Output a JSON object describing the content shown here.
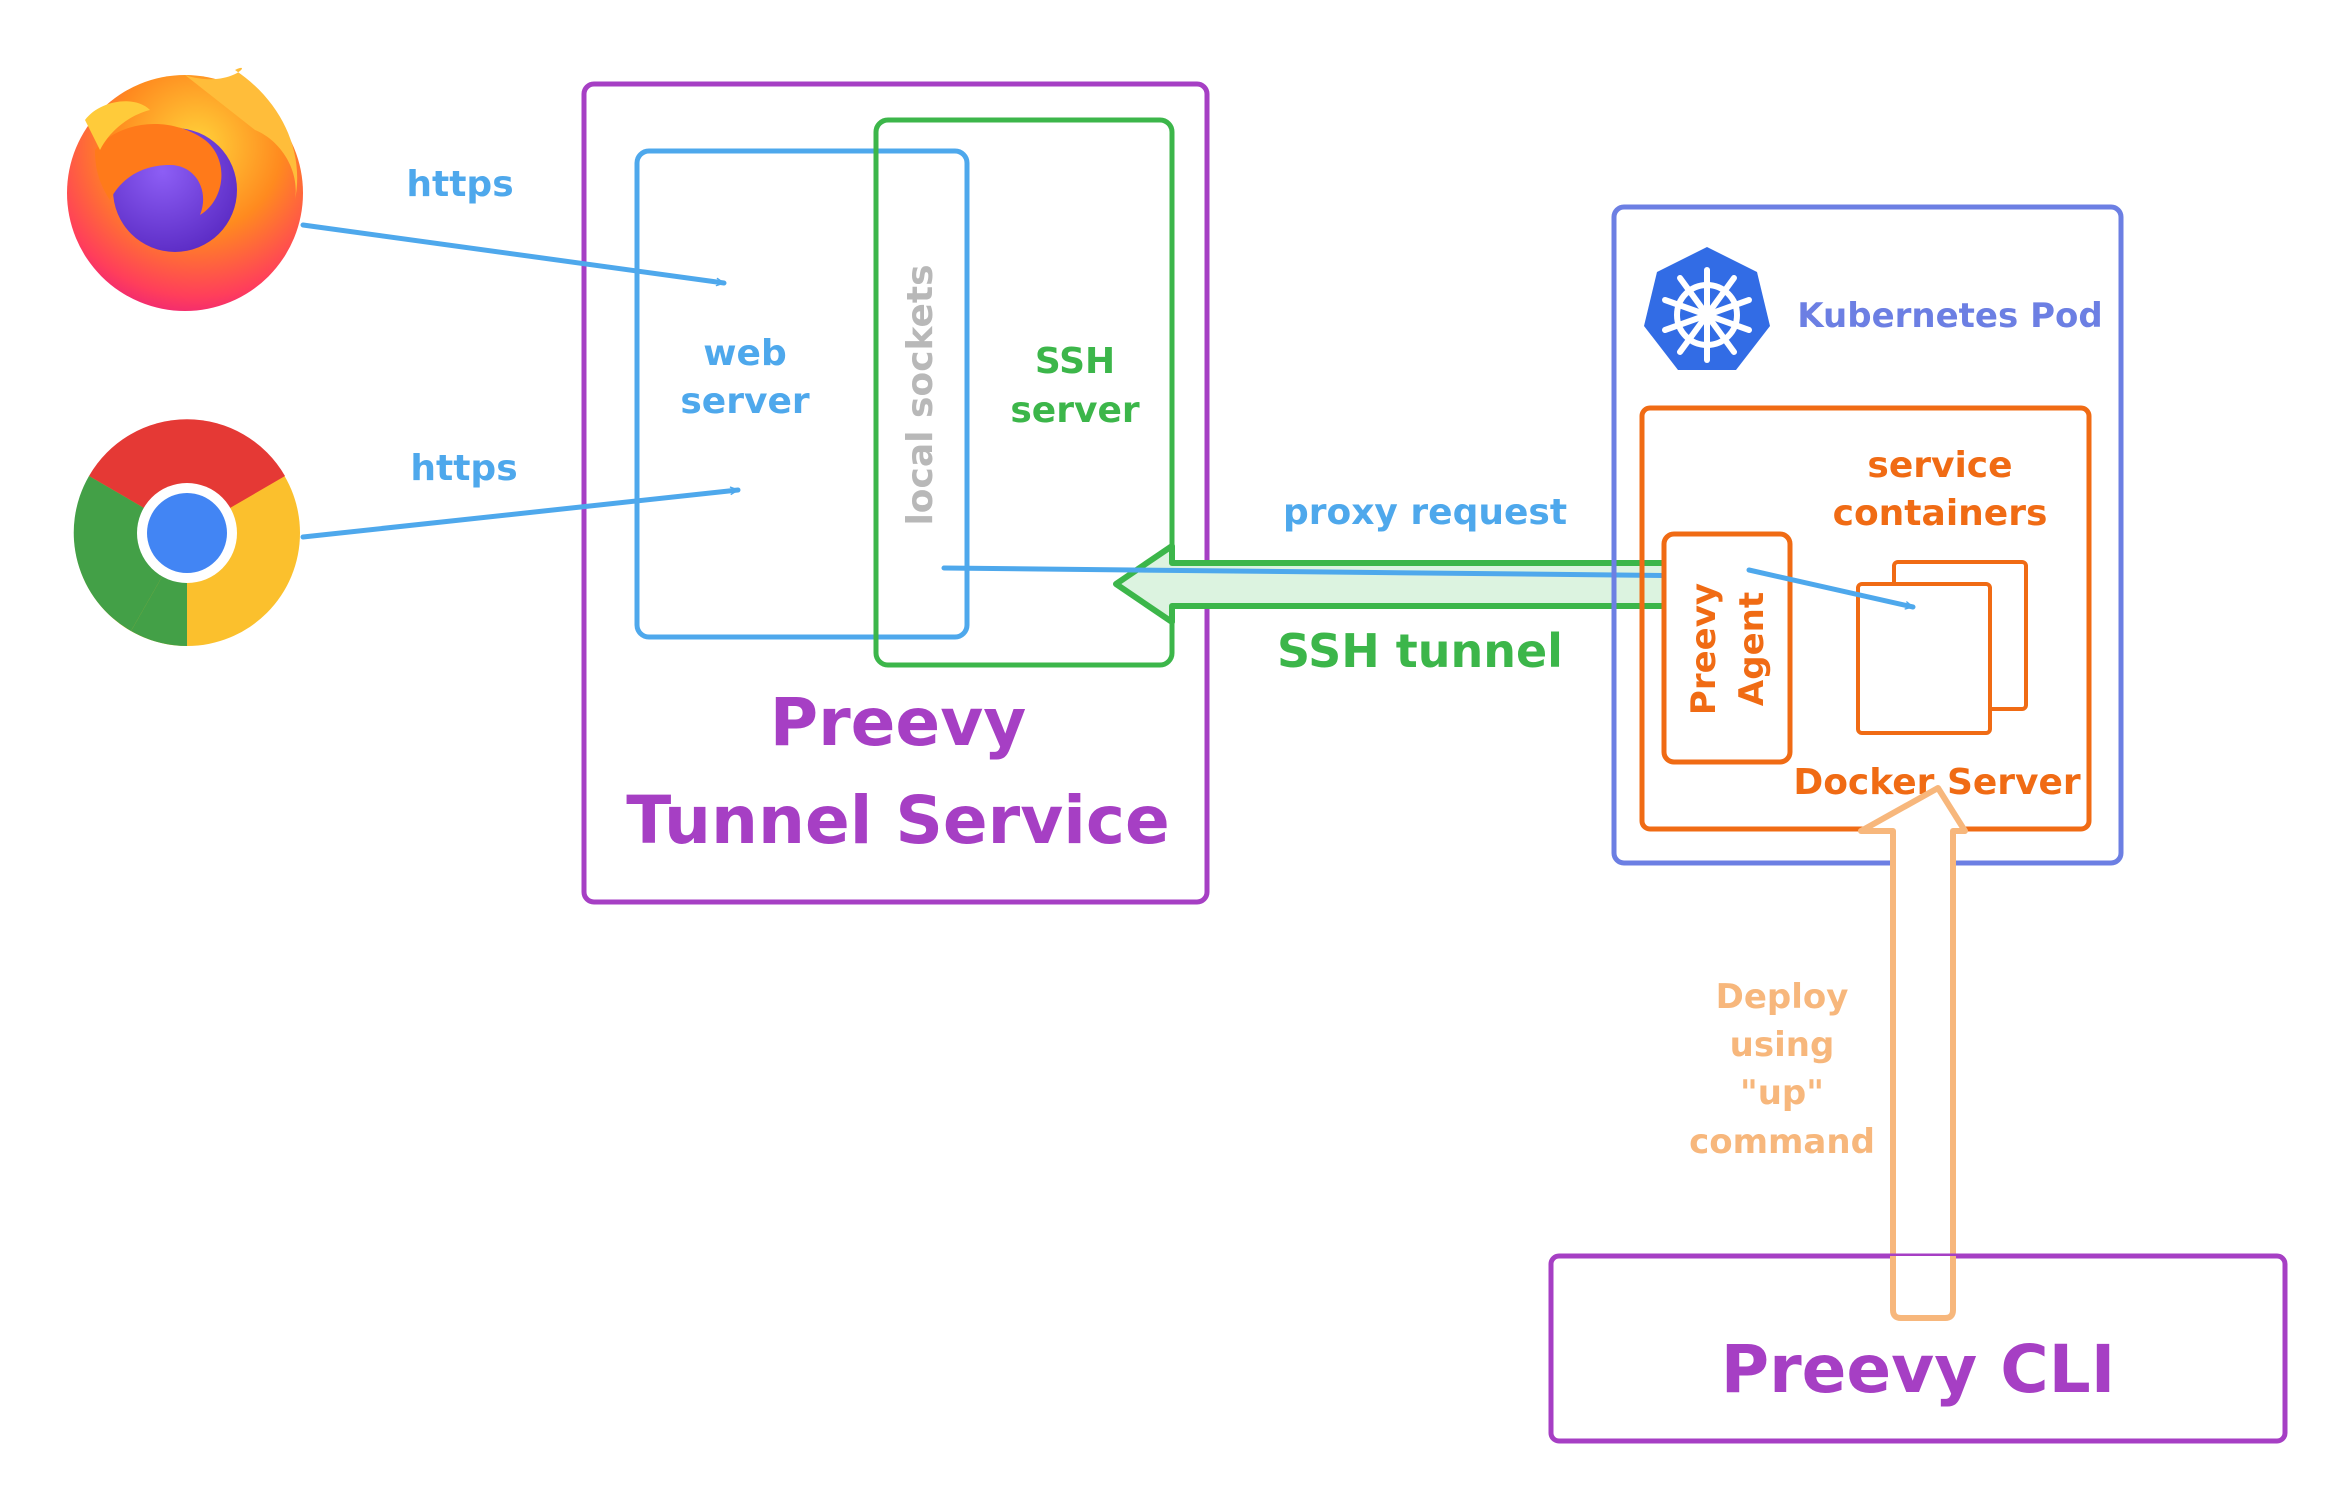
{
  "colors": {
    "blue": "#4ea8ec",
    "green": "#3cb64a",
    "purple": "#a63fc4",
    "orange": "#f06b14",
    "light_orange": "#f7b77c",
    "k8s_blue": "#6c7fe3",
    "k8s_logo": "#326ce5",
    "gray": "#b8b8b8",
    "tunnel_fill": "#dcf3e0"
  },
  "icons": {
    "firefox": "firefox-icon",
    "chrome": "chrome-icon",
    "kubernetes": "kubernetes-icon"
  },
  "labels": {
    "https_top": "https",
    "https_bottom": "https",
    "web_server_line1": "web",
    "web_server_line2": "server",
    "local_sockets": "local sockets",
    "ssh_server_line1": "SSH",
    "ssh_server_line2": "server",
    "tunnel_service_line1": "Preevy",
    "tunnel_service_line2": "Tunnel Service",
    "proxy_request": "proxy request",
    "ssh_tunnel": "SSH tunnel",
    "kubernetes_pod": "Kubernetes Pod",
    "service_containers_line1": "service",
    "service_containers_line2": "containers",
    "agent_line1": "Preevy",
    "agent_line2": "Agent",
    "docker_server": "Docker Server",
    "deploy_line1": "Deploy",
    "deploy_line2": "using",
    "deploy_line3": "\"up\"",
    "deploy_line4": "command",
    "preevy_cli": "Preevy CLI"
  }
}
